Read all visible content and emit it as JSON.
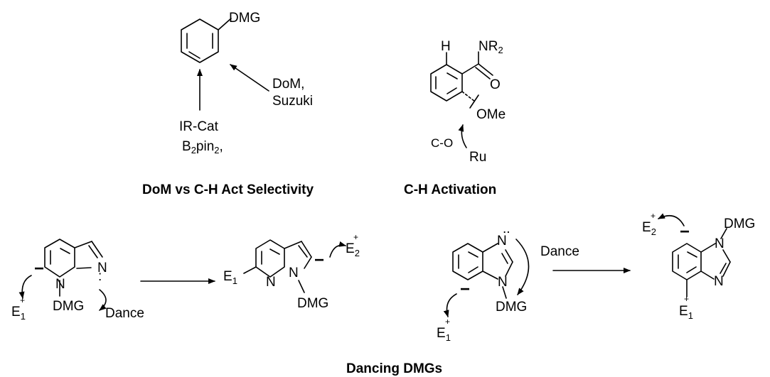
{
  "selectivity": {
    "caption": "DoM vs C-H Act Selectivity",
    "dmg": "DMG",
    "dom_line1": "DoM,",
    "dom_line2": "Suzuki",
    "ir_line1": "IR-Cat",
    "b2pin2_b": "B",
    "b2pin2_sub1": "2",
    "b2pin2_pin": "pin",
    "b2pin2_sub2": "2",
    "b2pin2_comma": ","
  },
  "activation": {
    "caption": "C-H Activation",
    "h": "H",
    "nr2_nr": "NR",
    "nr2_sub": "2",
    "o": "O",
    "ome": "OMe",
    "co": "C-O",
    "ru": "Ru"
  },
  "dancing": {
    "caption": "Dancing DMGs",
    "dmg": "DMG",
    "n": "N",
    "dance": "Dance",
    "e": "E",
    "sub1": "1",
    "sub2": "2",
    "plus": "+",
    "minus": "−"
  }
}
